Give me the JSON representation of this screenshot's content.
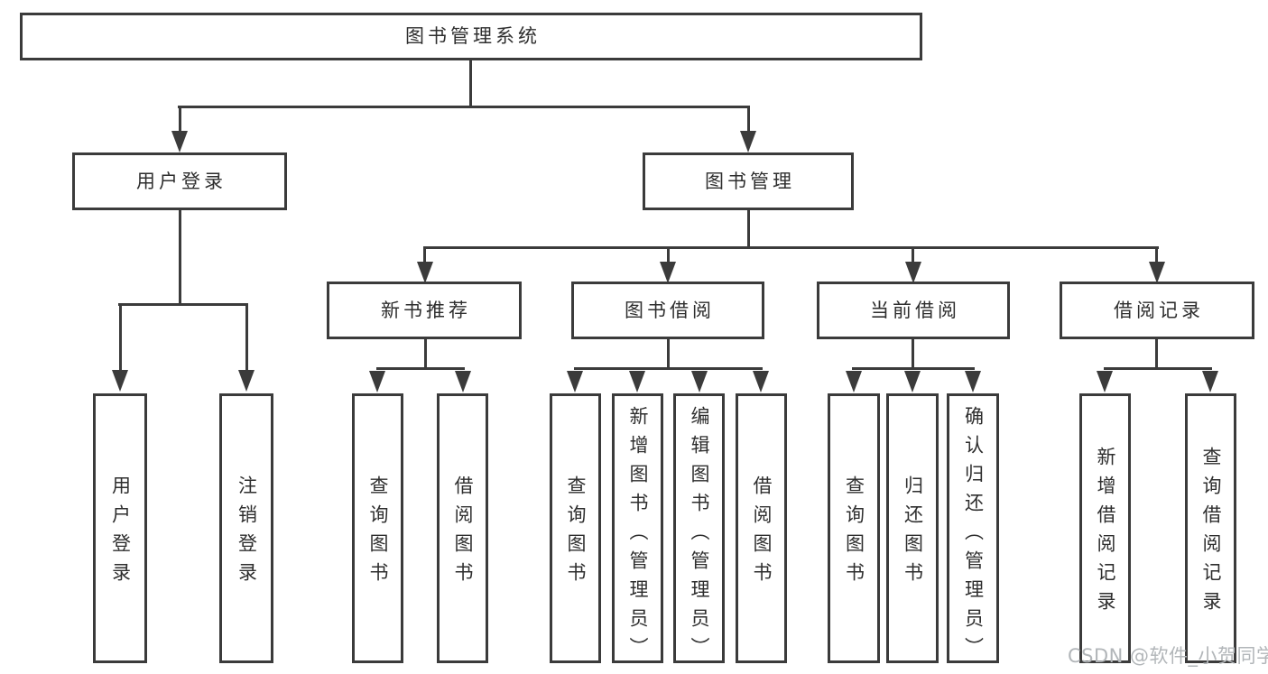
{
  "colors": {
    "line": "#3b3b3b",
    "text": "#2e2e2e",
    "box-bg": "#ffffff",
    "page-bg": "#ffffff",
    "watermark": "#b2b6b9"
  },
  "diagram": {
    "root": {
      "label": "图书管理系统"
    },
    "level2": {
      "user_login": {
        "label": "用户登录"
      },
      "book_mgmt": {
        "label": "图书管理"
      }
    },
    "level3": {
      "new_book_rec": {
        "label": "新书推荐"
      },
      "book_borrow": {
        "label": "图书借阅"
      },
      "current_borrow": {
        "label": "当前借阅"
      },
      "borrow_records": {
        "label": "借阅记录"
      }
    },
    "leaves": {
      "user_login": {
        "label": "用户登录"
      },
      "logout": {
        "label": "注销登录"
      },
      "query_book_rec": {
        "label": "查询图书"
      },
      "borrow_book_rec": {
        "label": "借阅图书"
      },
      "query_book_borrow": {
        "label": "查询图书"
      },
      "add_book": {
        "label": "新增图书（管理员）"
      },
      "edit_book": {
        "label": "编辑图书（管理员）"
      },
      "borrow_book": {
        "label": "借阅图书"
      },
      "query_book_current": {
        "label": "查询图书"
      },
      "return_book": {
        "label": "归还图书"
      },
      "confirm_return": {
        "label": "确认归还（管理员）"
      },
      "add_borrow_record": {
        "label": "新增借阅记录"
      },
      "query_borrow_record": {
        "label": "查询借阅记录"
      }
    }
  },
  "watermark": {
    "text": "CSDN @软件_小贺同学"
  }
}
